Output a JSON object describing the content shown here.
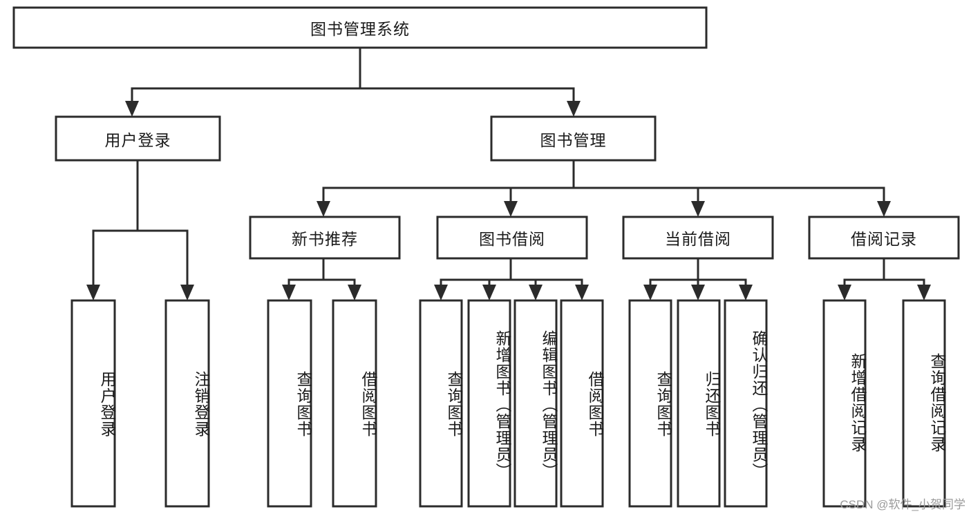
{
  "diagram": {
    "title_node": {
      "label": "图书管理系统"
    },
    "level2": [
      {
        "id": "user-login",
        "label": "用户登录"
      },
      {
        "id": "book-management",
        "label": "图书管理"
      }
    ],
    "level3": [
      {
        "id": "new-book-recommend",
        "label": "新书推荐"
      },
      {
        "id": "book-borrow",
        "label": "图书借阅"
      },
      {
        "id": "current-borrow",
        "label": "当前借阅"
      },
      {
        "id": "borrow-record",
        "label": "借阅记录"
      }
    ],
    "leaves": {
      "user_login": [
        {
          "id": "leaf-user-login",
          "label": "用户登录"
        },
        {
          "id": "leaf-logout-login",
          "label": "注销登录"
        }
      ],
      "new_book_recommend": [
        {
          "id": "leaf-query-book-1",
          "label": "查询图书"
        },
        {
          "id": "leaf-borrow-book-1",
          "label": "借阅图书"
        }
      ],
      "book_borrow": [
        {
          "id": "leaf-query-book-2",
          "label": "查询图书"
        },
        {
          "id": "leaf-add-book",
          "label": "新增图书（管理员）"
        },
        {
          "id": "leaf-edit-book",
          "label": "编辑图书（管理员）"
        },
        {
          "id": "leaf-borrow-book-2",
          "label": "借阅图书"
        }
      ],
      "current_borrow": [
        {
          "id": "leaf-query-book-3",
          "label": "查询图书"
        },
        {
          "id": "leaf-return-book",
          "label": "归还图书"
        },
        {
          "id": "leaf-confirm-return",
          "label": "确认归还（管理员）"
        }
      ],
      "borrow_record": [
        {
          "id": "leaf-add-record",
          "label": "新增借阅记录"
        },
        {
          "id": "leaf-query-record",
          "label": "查询借阅记录"
        }
      ]
    }
  },
  "watermark": {
    "text": "CSDN @软件_小贺同学"
  },
  "colors": {
    "stroke": "#2b2b2b",
    "fill": "#ffffff",
    "text": "#1a1a1a",
    "watermark": "#9a9a9a"
  }
}
